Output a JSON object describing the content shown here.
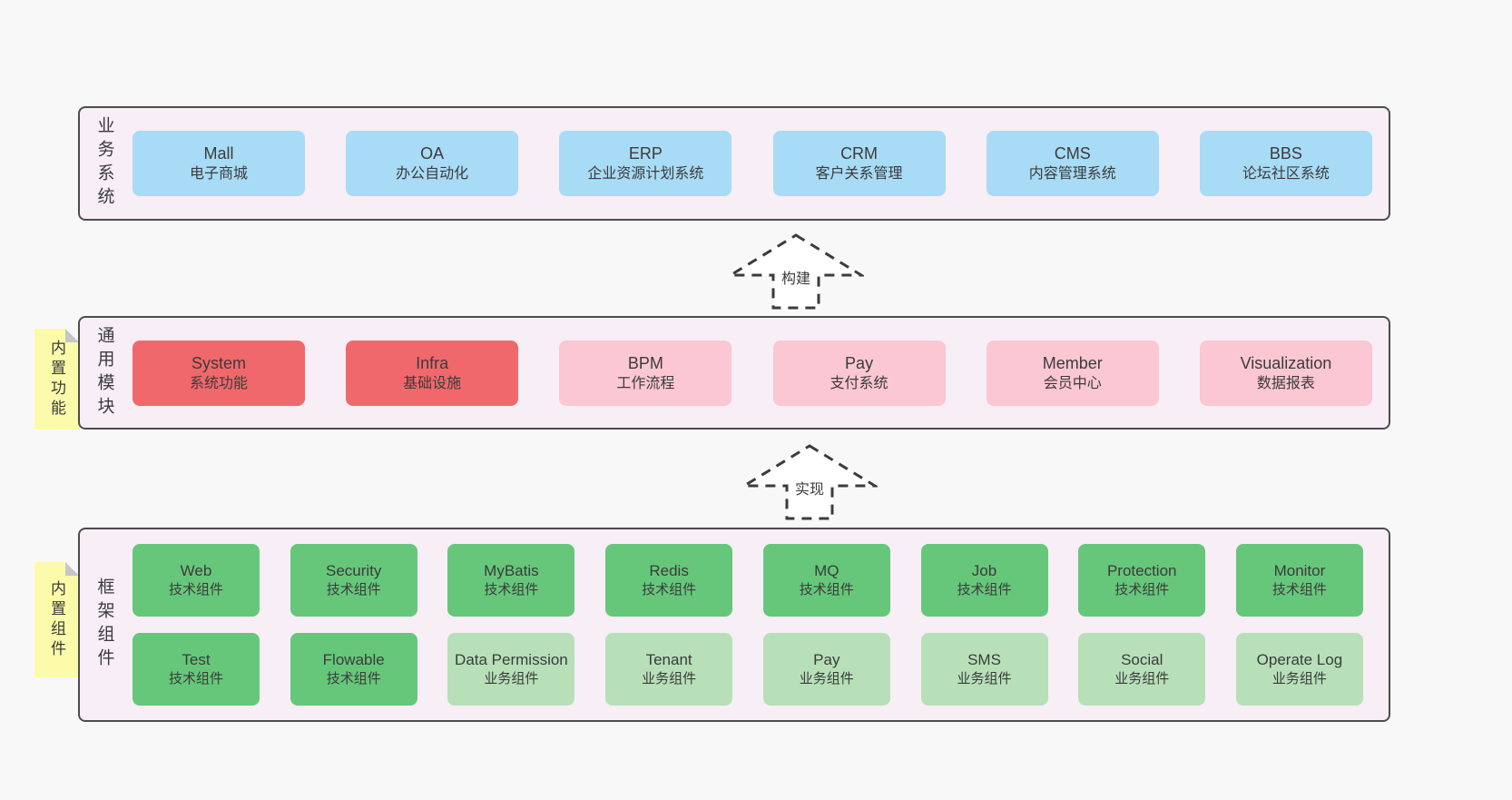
{
  "colors": {
    "page_bg": "#f8f8f8",
    "container_bg": "#f7eef6",
    "container_border": "#4d4d4d",
    "blue_box": "#a8dbf5",
    "red_box": "#f0686c",
    "pink_box": "#fac7d2",
    "green_box": "#66c77b",
    "lightgreen_box": "#b7e0b9",
    "sticky_bg": "#fbfbaa",
    "text": "#3b3b3b"
  },
  "layers": [
    {
      "label": "业务系统",
      "boxes": [
        {
          "title": "Mall",
          "sub": "电子商城"
        },
        {
          "title": "OA",
          "sub": "办公自动化"
        },
        {
          "title": "ERP",
          "sub": "企业资源计划系统"
        },
        {
          "title": "CRM",
          "sub": "客户关系管理"
        },
        {
          "title": "CMS",
          "sub": "内容管理系统"
        },
        {
          "title": "BBS",
          "sub": "论坛社区系统"
        }
      ]
    },
    {
      "label": "通用模块",
      "sticky": "内置功能",
      "boxes": [
        {
          "title": "System",
          "sub": "系统功能"
        },
        {
          "title": "Infra",
          "sub": "基础设施"
        },
        {
          "title": "BPM",
          "sub": "工作流程"
        },
        {
          "title": "Pay",
          "sub": "支付系统"
        },
        {
          "title": "Member",
          "sub": "会员中心"
        },
        {
          "title": "Visualization",
          "sub": "数据报表"
        }
      ]
    },
    {
      "label": "框架组件",
      "sticky": "内置组件",
      "row1": [
        {
          "title": "Web",
          "sub": "技术组件"
        },
        {
          "title": "Security",
          "sub": "技术组件"
        },
        {
          "title": "MyBatis",
          "sub": "技术组件"
        },
        {
          "title": "Redis",
          "sub": "技术组件"
        },
        {
          "title": "MQ",
          "sub": "技术组件"
        },
        {
          "title": "Job",
          "sub": "技术组件"
        },
        {
          "title": "Protection",
          "sub": "技术组件"
        },
        {
          "title": "Monitor",
          "sub": "技术组件"
        }
      ],
      "row2": [
        {
          "title": "Test",
          "sub": "技术组件"
        },
        {
          "title": "Flowable",
          "sub": "技术组件"
        },
        {
          "title": "Data Permission",
          "sub": "业务组件"
        },
        {
          "title": "Tenant",
          "sub": "业务组件"
        },
        {
          "title": "Pay",
          "sub": "业务组件"
        },
        {
          "title": "SMS",
          "sub": "业务组件"
        },
        {
          "title": "Social",
          "sub": "业务组件"
        },
        {
          "title": "Operate Log",
          "sub": "业务组件"
        }
      ]
    }
  ],
  "arrows": [
    {
      "label": "构建"
    },
    {
      "label": "实现"
    }
  ]
}
